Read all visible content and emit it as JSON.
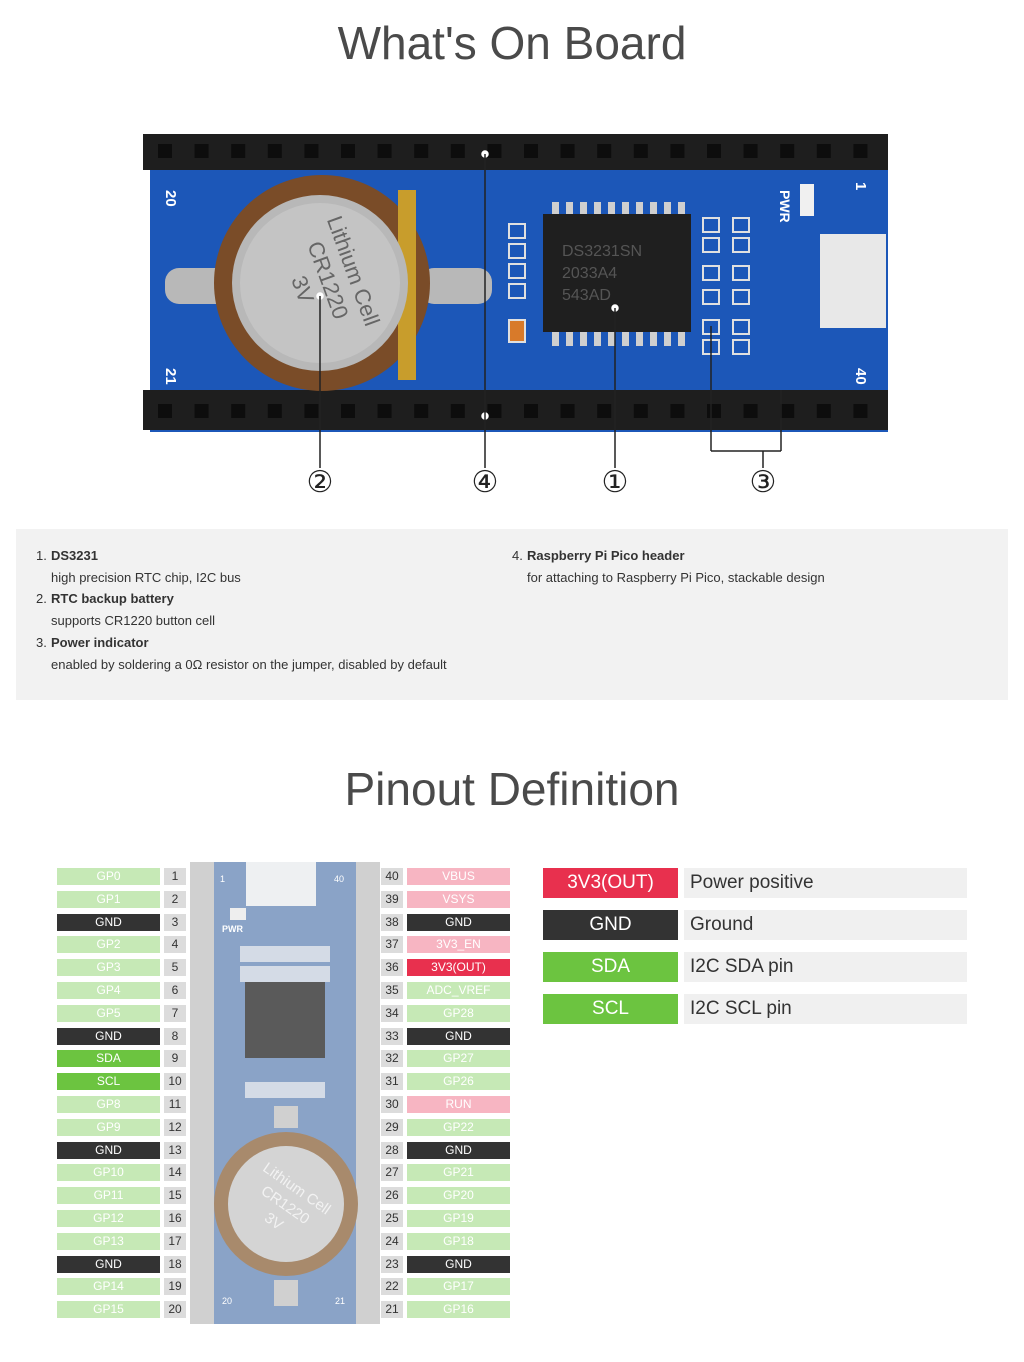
{
  "title1": "What's On Board",
  "title2": "Pinout Definition",
  "board": {
    "pin_label_top_left": "20",
    "pin_label_bottom_left": "21",
    "pin_label_top_right": "1",
    "pin_label_bottom_right": "40",
    "pwr": "PWR",
    "battery_lines": [
      "Lithium Cell",
      "CR1220",
      "3V"
    ],
    "chip_lines": [
      "DS3231SN",
      "2033A4",
      "543AD"
    ],
    "callouts": [
      "②",
      "④",
      "①",
      "③"
    ]
  },
  "features": [
    {
      "num": "1.",
      "title": "DS3231",
      "desc": "high precision RTC chip, I2C bus"
    },
    {
      "num": "2.",
      "title": "RTC backup battery",
      "desc": "supports CR1220 button cell"
    },
    {
      "num": "3.",
      "title": "Power indicator",
      "desc": "enabled by soldering a 0Ω resistor on the jumper, disabled by default"
    },
    {
      "num": "4.",
      "title": "Raspberry Pi Pico header",
      "desc": "for attaching to Raspberry Pi Pico, stackable design"
    }
  ],
  "colors": {
    "gpio": "#c6e9b6",
    "gnd": "#333333",
    "i2c": "#6cc440",
    "power": "#f7b5c2",
    "power_out": "#e8304e",
    "adc": "#c6e9b6"
  },
  "pins_left": [
    {
      "n": "1",
      "name": "GP0",
      "type": "gpio"
    },
    {
      "n": "2",
      "name": "GP1",
      "type": "gpio"
    },
    {
      "n": "3",
      "name": "GND",
      "type": "gnd"
    },
    {
      "n": "4",
      "name": "GP2",
      "type": "gpio"
    },
    {
      "n": "5",
      "name": "GP3",
      "type": "gpio"
    },
    {
      "n": "6",
      "name": "GP4",
      "type": "gpio"
    },
    {
      "n": "7",
      "name": "GP5",
      "type": "gpio"
    },
    {
      "n": "8",
      "name": "GND",
      "type": "gnd"
    },
    {
      "n": "9",
      "name": "SDA",
      "type": "i2c"
    },
    {
      "n": "10",
      "name": "SCL",
      "type": "i2c"
    },
    {
      "n": "11",
      "name": "GP8",
      "type": "gpio"
    },
    {
      "n": "12",
      "name": "GP9",
      "type": "gpio"
    },
    {
      "n": "13",
      "name": "GND",
      "type": "gnd"
    },
    {
      "n": "14",
      "name": "GP10",
      "type": "gpio"
    },
    {
      "n": "15",
      "name": "GP11",
      "type": "gpio"
    },
    {
      "n": "16",
      "name": "GP12",
      "type": "gpio"
    },
    {
      "n": "17",
      "name": "GP13",
      "type": "gpio"
    },
    {
      "n": "18",
      "name": "GND",
      "type": "gnd"
    },
    {
      "n": "19",
      "name": "GP14",
      "type": "gpio"
    },
    {
      "n": "20",
      "name": "GP15",
      "type": "gpio"
    }
  ],
  "pins_right": [
    {
      "n": "40",
      "name": "VBUS",
      "type": "power"
    },
    {
      "n": "39",
      "name": "VSYS",
      "type": "power"
    },
    {
      "n": "38",
      "name": "GND",
      "type": "gnd"
    },
    {
      "n": "37",
      "name": "3V3_EN",
      "type": "power"
    },
    {
      "n": "36",
      "name": "3V3(OUT)",
      "type": "power_out"
    },
    {
      "n": "35",
      "name": "ADC_VREF",
      "type": "adc"
    },
    {
      "n": "34",
      "name": "GP28",
      "type": "gpio"
    },
    {
      "n": "33",
      "name": "GND",
      "type": "gnd"
    },
    {
      "n": "32",
      "name": "GP27",
      "type": "gpio"
    },
    {
      "n": "31",
      "name": "GP26",
      "type": "gpio"
    },
    {
      "n": "30",
      "name": "RUN",
      "type": "power"
    },
    {
      "n": "29",
      "name": "GP22",
      "type": "gpio"
    },
    {
      "n": "28",
      "name": "GND",
      "type": "gnd"
    },
    {
      "n": "27",
      "name": "GP21",
      "type": "gpio"
    },
    {
      "n": "26",
      "name": "GP20",
      "type": "gpio"
    },
    {
      "n": "25",
      "name": "GP19",
      "type": "gpio"
    },
    {
      "n": "24",
      "name": "GP18",
      "type": "gpio"
    },
    {
      "n": "23",
      "name": "GND",
      "type": "gnd"
    },
    {
      "n": "22",
      "name": "GP17",
      "type": "gpio"
    },
    {
      "n": "21",
      "name": "GP16",
      "type": "gpio"
    }
  ],
  "mini_board": {
    "left_top": "1",
    "right_top": "40",
    "left_bottom": "20",
    "right_bottom": "21",
    "pwr": "PWR",
    "battery_lines": [
      "Lithium Cell",
      "CR1220",
      "3V"
    ]
  },
  "legend": [
    {
      "label": "3V3(OUT)",
      "desc": "Power positive",
      "type": "power_out"
    },
    {
      "label": "GND",
      "desc": "Ground",
      "type": "gnd"
    },
    {
      "label": "SDA",
      "desc": "I2C SDA pin",
      "type": "i2c"
    },
    {
      "label": "SCL",
      "desc": "I2C SCL pin",
      "type": "i2c"
    }
  ]
}
